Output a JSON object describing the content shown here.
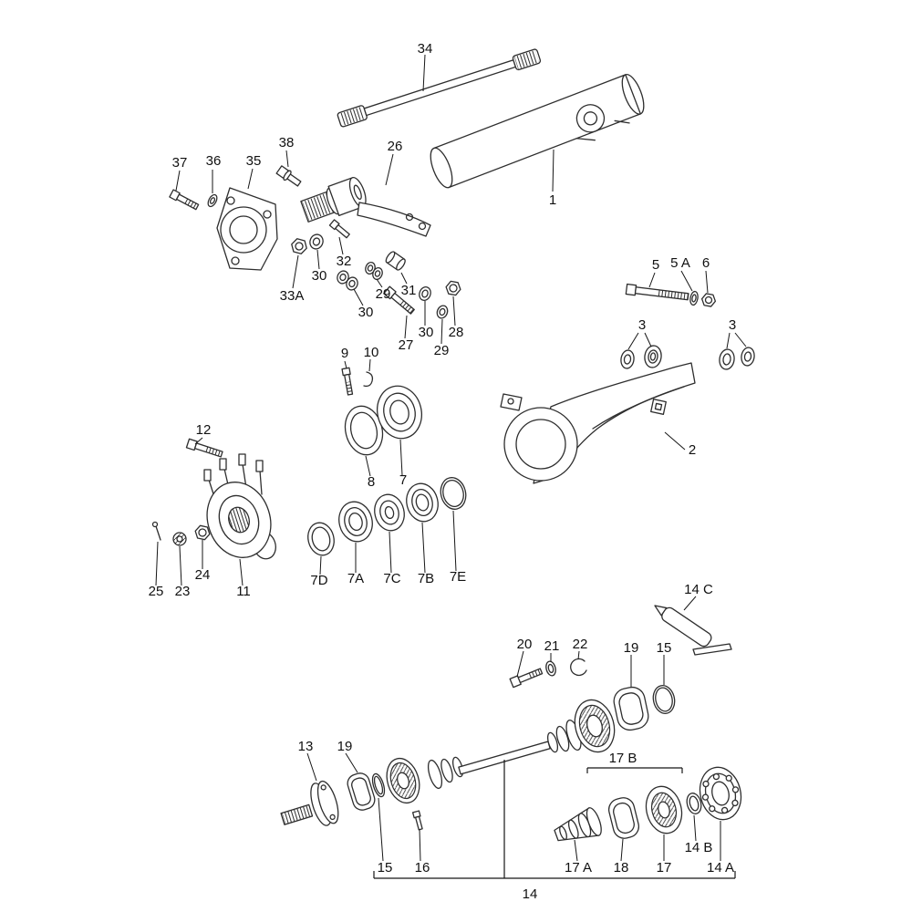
{
  "diagram": {
    "kind": "exploded-parts-diagram",
    "background_color": "#ffffff",
    "line_color": "#2e2e2e",
    "labels": [
      {
        "text": "34"
      },
      {
        "text": "38"
      },
      {
        "text": "26"
      },
      {
        "text": "37"
      },
      {
        "text": "36"
      },
      {
        "text": "35"
      },
      {
        "text": "1"
      },
      {
        "text": "33A"
      },
      {
        "text": "30"
      },
      {
        "text": "32"
      },
      {
        "text": "30"
      },
      {
        "text": "29"
      },
      {
        "text": "31"
      },
      {
        "text": "27"
      },
      {
        "text": "30"
      },
      {
        "text": "29"
      },
      {
        "text": "28"
      },
      {
        "text": "5"
      },
      {
        "text": "5 A"
      },
      {
        "text": "6"
      },
      {
        "text": "3"
      },
      {
        "text": "3"
      },
      {
        "text": "9"
      },
      {
        "text": "10"
      },
      {
        "text": "2"
      },
      {
        "text": "12"
      },
      {
        "text": "8"
      },
      {
        "text": "7"
      },
      {
        "text": "7D"
      },
      {
        "text": "7A"
      },
      {
        "text": "7C"
      },
      {
        "text": "7B"
      },
      {
        "text": "7E"
      },
      {
        "text": "25"
      },
      {
        "text": "23"
      },
      {
        "text": "24"
      },
      {
        "text": "11"
      },
      {
        "text": "14 C"
      },
      {
        "text": "20"
      },
      {
        "text": "21"
      },
      {
        "text": "22"
      },
      {
        "text": "19"
      },
      {
        "text": "15"
      },
      {
        "text": "13"
      },
      {
        "text": "19"
      },
      {
        "text": "17 B"
      },
      {
        "text": "15"
      },
      {
        "text": "16"
      },
      {
        "text": "17 A"
      },
      {
        "text": "18"
      },
      {
        "text": "17"
      },
      {
        "text": "14 B"
      },
      {
        "text": "14 A"
      },
      {
        "text": "14"
      }
    ]
  }
}
